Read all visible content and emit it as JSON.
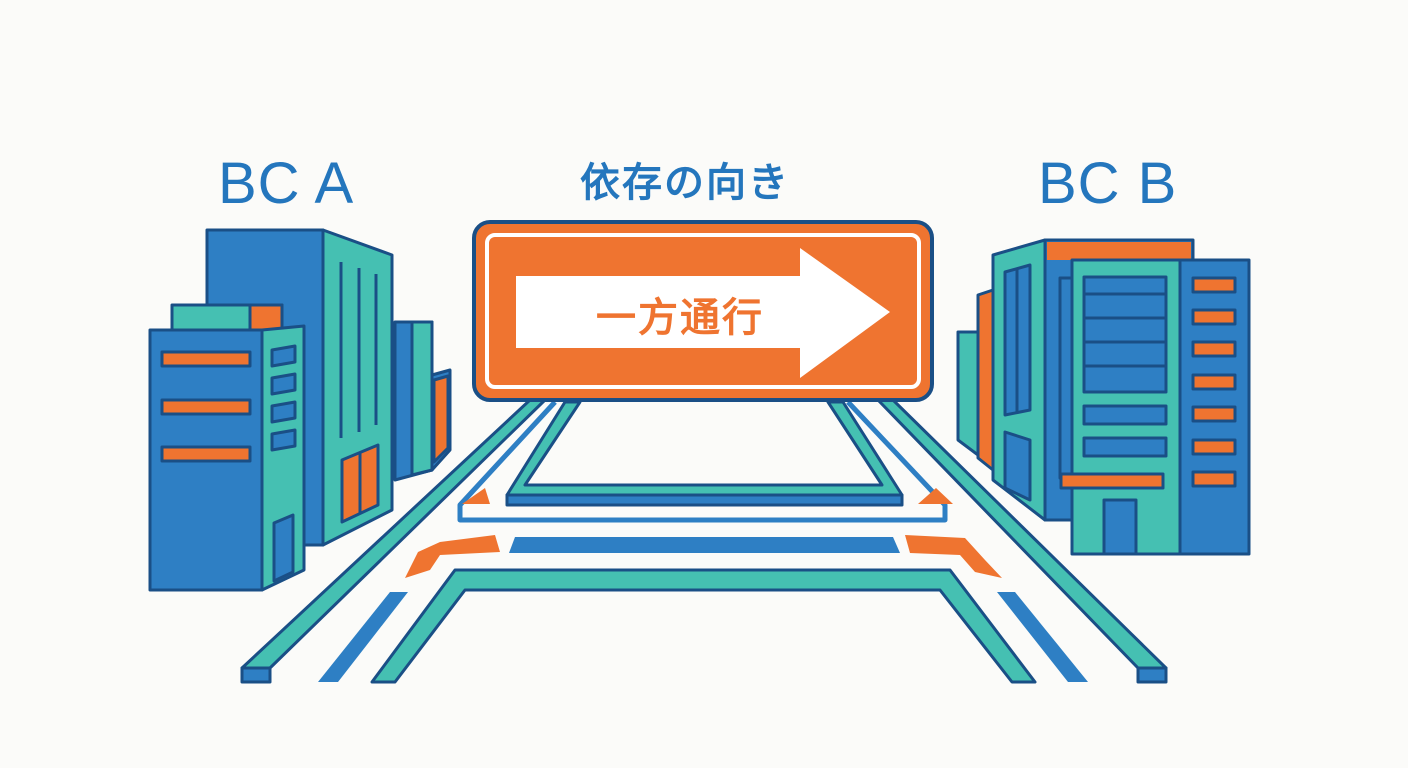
{
  "labels": {
    "left_context": "BC A",
    "right_context": "BC B",
    "heading": "依存の向き"
  },
  "sign": {
    "text": "一方通行",
    "arrow_direction": "right-arrow"
  },
  "colors": {
    "background": "#fbfbf9",
    "primary_blue": "#2e7fc4",
    "dark_outline": "#1a4f86",
    "teal": "#45c0b2",
    "orange": "#ef7430",
    "label_blue": "#2476bd"
  }
}
